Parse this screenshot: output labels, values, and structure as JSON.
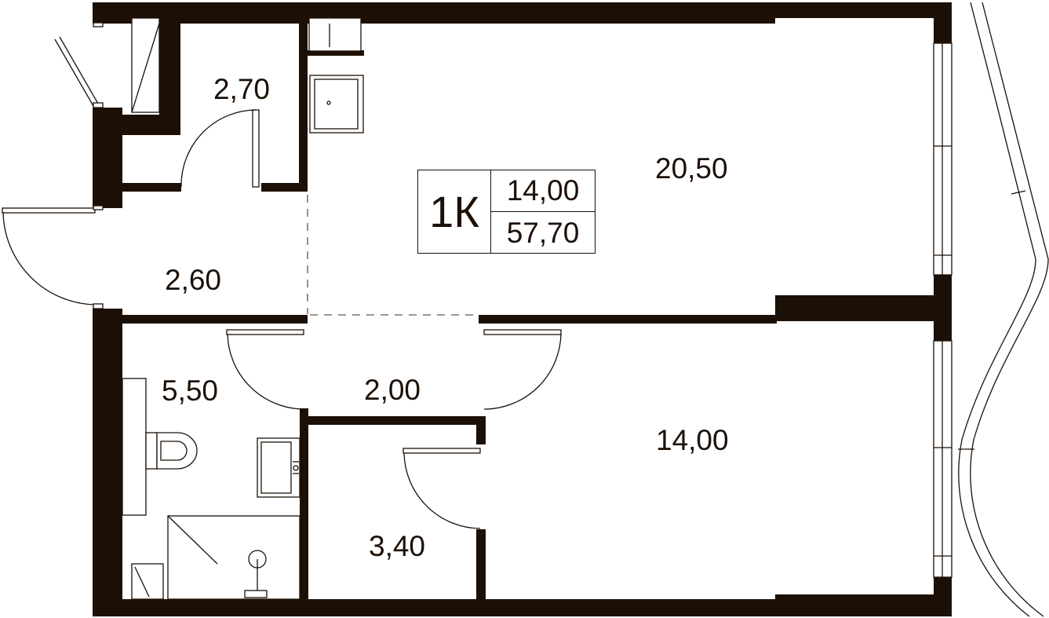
{
  "apartment": {
    "type": "1К",
    "living_area": "14,00",
    "total_area": "57,70"
  },
  "rooms": {
    "storage": "2,70",
    "hall": "2,60",
    "kitchen_living": "20,50",
    "bathroom": "5,50",
    "corridor": "2,00",
    "wardrobe": "3,40",
    "bedroom": "14,00"
  }
}
